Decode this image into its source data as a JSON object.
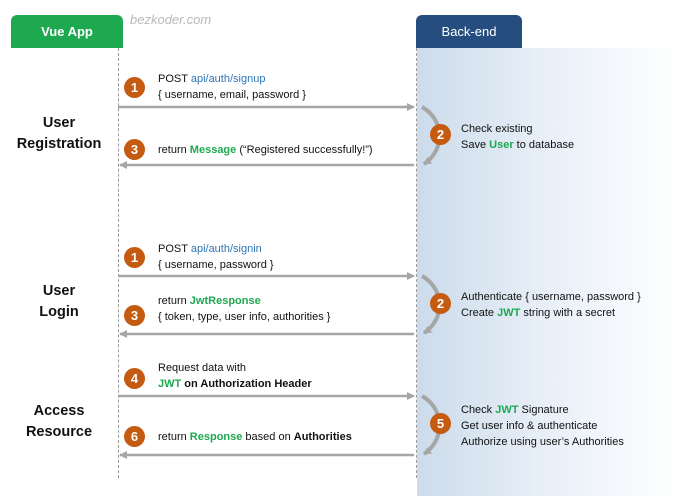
{
  "tabs": {
    "vue_app": "Vue App",
    "back_end": "Back-end"
  },
  "watermark": "bezkoder.com",
  "sections": {
    "registration": {
      "label_line1": "User",
      "label_line2": "Registration",
      "request": {
        "step": "1",
        "method": "POST",
        "endpoint": "api/auth/signup",
        "body": "{ username, email, password }"
      },
      "process": {
        "step": "2",
        "line1": "Check existing",
        "line2_pre": "Save ",
        "line2_hl": "User",
        "line2_post": " to database"
      },
      "response": {
        "step": "3",
        "pre": "return ",
        "hl": "Message",
        "post": " (“Registered successfully!”)"
      }
    },
    "login": {
      "label_line1": "User",
      "label_line2": "Login",
      "request": {
        "step": "1",
        "method": "POST",
        "endpoint": "api/auth/signin",
        "body": "{ username, password }"
      },
      "process": {
        "step": "2",
        "line1": "Authenticate { username, password }",
        "line2_pre": "Create ",
        "line2_hl": "JWT",
        "line2_post": " string with a secret"
      },
      "response": {
        "step": "3",
        "pre": "return ",
        "hl": "JwtResponse",
        "line2": "{ token, type, user info, authorities }"
      }
    },
    "access": {
      "label_line1": "Access",
      "label_line2": "Resource",
      "request": {
        "step": "4",
        "line1": "Request  data with",
        "line2_hl": "JWT",
        "line2_pre_bold": " on ",
        "line2_bold": "Authorization Header"
      },
      "process": {
        "step": "5",
        "line1_pre": "Check ",
        "line1_hl": "JWT",
        "line1_post": " Signature",
        "line2": "Get user info & authenticate",
        "line3": "Authorize using user’s Authorities"
      },
      "response": {
        "step": "6",
        "pre": "return ",
        "hl": "Response",
        "mid": " based on ",
        "bold": "Authorities"
      }
    }
  },
  "colors": {
    "vue_green": "#1ea850",
    "backend_blue": "#254d80",
    "step_orange": "#c55a11",
    "link_blue": "#2e75b6",
    "arrow_gray": "#a6a6a6"
  }
}
